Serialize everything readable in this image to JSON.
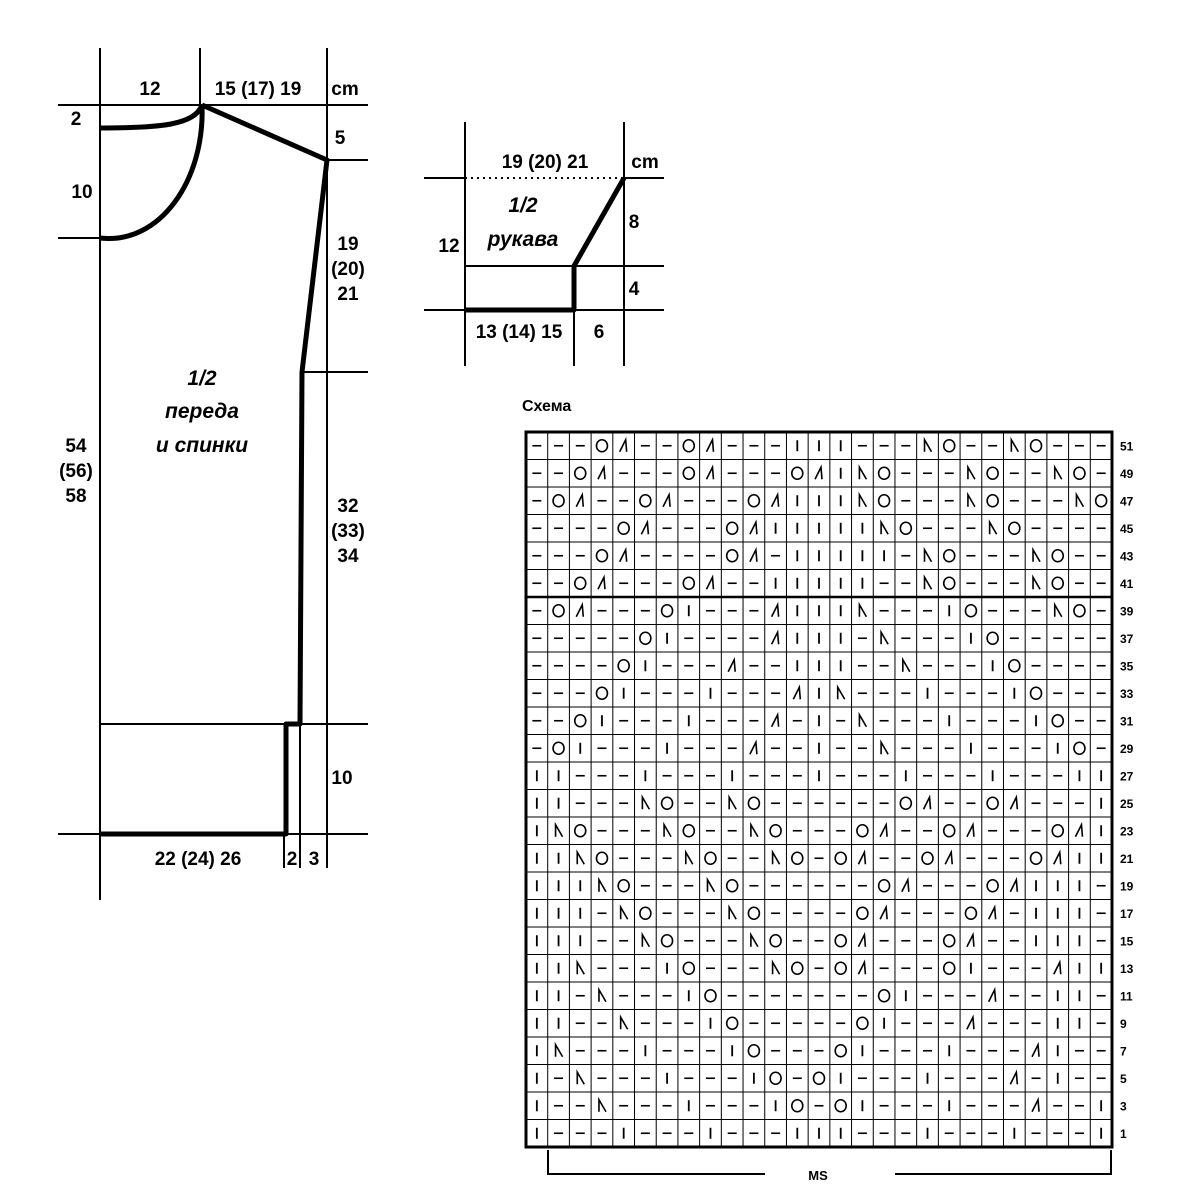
{
  "body_schematic": {
    "label": [
      "1/2",
      "переда",
      "и спинки"
    ],
    "unit": "cm",
    "dims": {
      "neck_width": "12",
      "shoulder_width": "15 (17) 19",
      "neck_drop_front_top": "2",
      "neck_drop_front": "10",
      "shoulder_slope": "5",
      "armhole": [
        "19",
        "(20)",
        "21"
      ],
      "side": [
        "32",
        "(33)",
        "34"
      ],
      "hem_band": "10",
      "total_length": [
        "54",
        "(56)",
        "58"
      ],
      "bottom_width": "22 (24) 26",
      "step_a": "2",
      "step_b": "3"
    }
  },
  "sleeve_schematic": {
    "label": [
      "1/2",
      "рукава"
    ],
    "unit": "cm",
    "dims": {
      "top_width": "19 (20) 21",
      "cap_height": "8",
      "total_height": "12",
      "lower_height": "4",
      "bottom_width": "13 (14) 15",
      "step": "6"
    }
  },
  "chart": {
    "title": "Схема",
    "repeat_label": "MS",
    "row_numbers": [
      "51",
      "49",
      "47",
      "45",
      "43",
      "41",
      "39",
      "37",
      "35",
      "33",
      "31",
      "29",
      "27",
      "25",
      "23",
      "21",
      "19",
      "17",
      "15",
      "13",
      "11",
      "9",
      "7",
      "5",
      "3",
      "1"
    ],
    "rows": [
      "---OΛ--OΛ---III---NO--NO---",
      "--OΛ---OΛ---OΛINO---NO--NO-",
      "-OΛ--OΛ---OΛIIINO---NO---NO",
      "----OΛ---OΛIIIIINO---NO----",
      "---OΛ----OΛ-IIIII-NO---NO---",
      "--OΛ---OΛ--IIIII--NO---NO--",
      "-OΛ---OI---ΛIIIN---IO---NO-",
      "-----OI----ΛIII-N---IO-----",
      "----OI---Λ--III--N---IO----",
      "---OI---I---ΛIN---I---IO---",
      "--OI---I---Λ-I-N---I---IO--",
      "-OI---I---Λ--I--N---I---IO-",
      "II---I---I---I---I---I---II",
      "II---NO--NO------OΛ--OΛ---II",
      "INO---NO--NO---OΛ--OΛ---OΛI",
      "IINO---NO--NO-OΛ--OΛ---OΛII",
      "IIINO---NO------OΛ---OΛIII",
      "III-NO---NO----OΛ---OΛ-III",
      "III--NO---NO--OΛ---OΛ--III",
      "IIN---IO---NO-OΛ---OI---ΛII",
      "II-N---IO-------OI---Λ--II",
      "II--N---IO-----OI---Λ---II",
      "IN---I---IO---OI---I---ΛI",
      "I-N---I---IO-OI---I---Λ-I",
      "I--N---I---IO-OI---I---Λ--I",
      "I---I---I---III---I---I---I"
    ]
  }
}
